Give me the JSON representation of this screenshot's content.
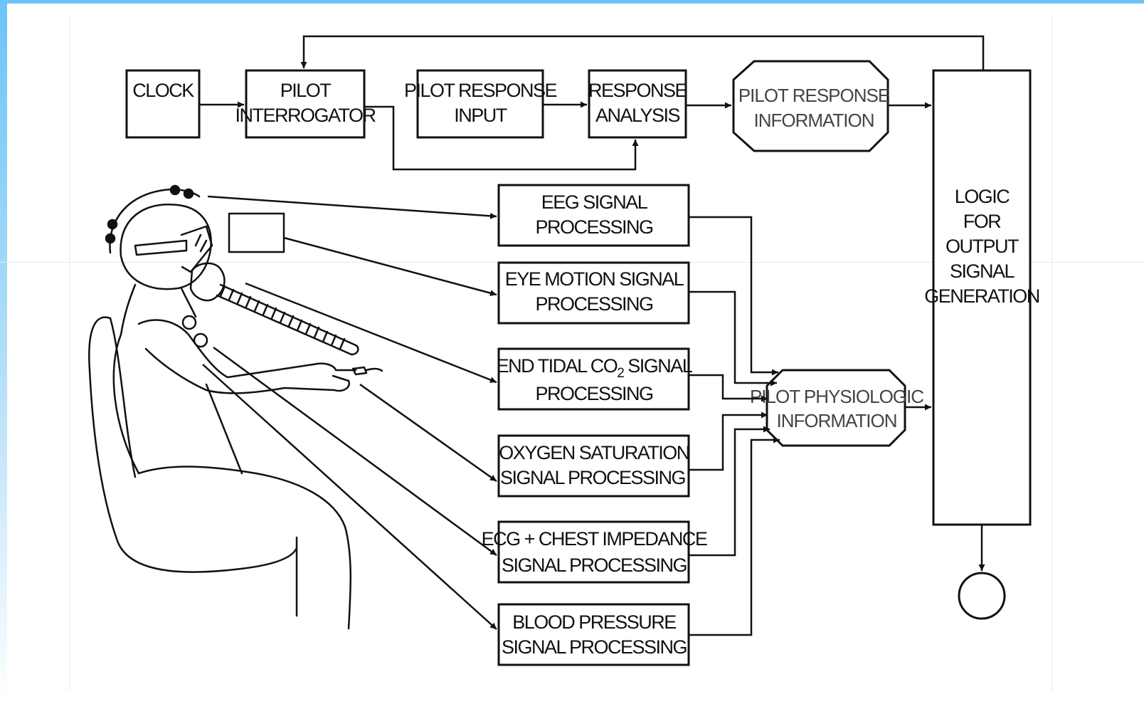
{
  "diagram": {
    "clock": {
      "line1": "CLOCK"
    },
    "pilot_interrogator": {
      "line1": "PILOT",
      "line2": "INTERROGATOR"
    },
    "pilot_response_input": {
      "line1": "PILOT RESPONSE",
      "line2": "INPUT"
    },
    "response_analysis": {
      "line1": "RESPONSE",
      "line2": "ANALYSIS"
    },
    "pilot_response_information": {
      "line1": "PILOT RESPONSE",
      "line2": "INFORMATION"
    },
    "logic": {
      "line1": "LOGIC",
      "line2": "FOR",
      "line3": "OUTPUT",
      "line4": "SIGNAL",
      "line5": "GENERATION"
    },
    "eeg": {
      "line1": "EEG SIGNAL",
      "line2": "PROCESSING"
    },
    "eye_motion": {
      "line1": "EYE MOTION SIGNAL",
      "line2": "PROCESSING"
    },
    "end_tidal": {
      "line1a": "END TIDAL CO",
      "line1sub": "2",
      "line1b": " SIGNAL",
      "line2": "PROCESSING"
    },
    "oxygen": {
      "line1": "OXYGEN SATURATION",
      "line2": "SIGNAL PROCESSING"
    },
    "ecg": {
      "line1": "ECG + CHEST IMPEDANCE",
      "line2": "SIGNAL PROCESSING"
    },
    "blood_pressure": {
      "line1": "BLOOD PRESSURE",
      "line2": "SIGNAL PROCESSING"
    },
    "pilot_physiologic_information": {
      "line1": "PILOT PHYSIOLOGIC",
      "line2": "INFORMATION"
    }
  }
}
